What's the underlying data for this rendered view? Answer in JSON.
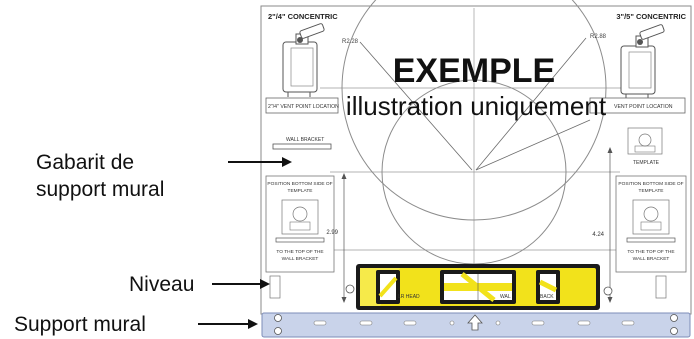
{
  "sheet": {
    "corner_left": "2\"/4\" CONCENTRIC",
    "corner_right": "3\"/5\" CONCENTRIC",
    "radius_left": "R2.28",
    "radius_right": "R2.88",
    "box_left": "2\"/4\" VENT POINT LOCATION",
    "box_right": "VENT POINT LOCATION",
    "wall_bracket": "WALL BRACKET",
    "template": "TEMPLATE",
    "position_left": [
      "POSITION BOTTOM SIDE OF",
      "TEMPLATE"
    ],
    "position_right": [
      "POSITION BOTTOM SIDE OF",
      "TEMPLATE"
    ],
    "to_top_left": [
      "TO THE TOP OF THE",
      "WALL BRACKET"
    ],
    "to_top_right": [
      "TO THE TOP OF THE",
      "WALL BRACKET"
    ],
    "dim_left": "2.99",
    "dim_right": "4.24",
    "level_left": "LR HEAD",
    "level_mid": "WAL",
    "level_right": "BACK"
  },
  "watermark": {
    "title": "EXEMPLE",
    "subtitle": "illustration uniquement"
  },
  "callouts": {
    "template_line1": "Gabarit de",
    "template_line2": "support mural",
    "level": "Niveau",
    "bracket": "Support mural"
  },
  "colors": {
    "line": "#6b6b6b",
    "level_yellow": "#f2e21b",
    "level_dark": "#1a1a1a",
    "bracket_blue": "#c9d3ea"
  }
}
